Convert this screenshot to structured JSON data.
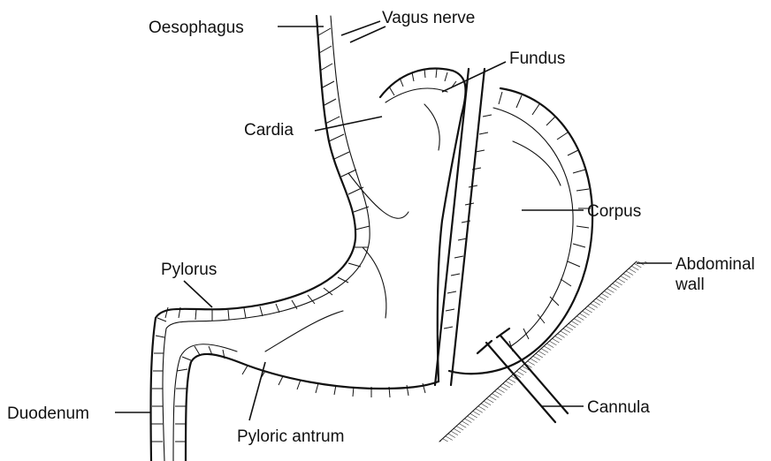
{
  "labels": {
    "oesophagus": "Oesophagus",
    "vagus_nerve": "Vagus nerve",
    "fundus": "Fundus",
    "cardia": "Cardia",
    "corpus": "Corpus",
    "abdominal_wall_line1": "Abdominal",
    "abdominal_wall_line2": "wall",
    "pylorus": "Pylorus",
    "duodenum": "Duodenum",
    "pyloric_antrum": "Pyloric antrum",
    "cannula": "Cannula"
  },
  "colors": {
    "ink": "#111111",
    "background": "#ffffff"
  }
}
